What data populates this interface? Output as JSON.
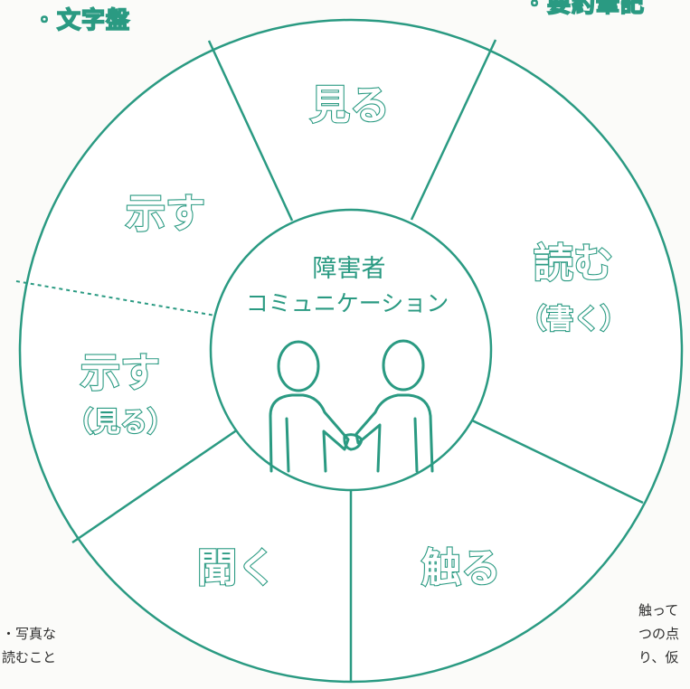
{
  "headings": {
    "left": "・文字盤",
    "right": "・要約筆記"
  },
  "bg_text": {
    "bottom_left_1": "・写真な",
    "bottom_left_2": "読むこと",
    "bottom_right_1": "触って",
    "bottom_right_2": "つの点",
    "bottom_right_3": "り、仮"
  },
  "wheel": {
    "center_line1": "障害者",
    "center_line2": "コミュニケーション",
    "segments": {
      "top": "見る",
      "upper_left": "示す",
      "left_main": "示す",
      "left_sub": "（見る）",
      "right_main": "読む",
      "right_sub": "（書く）",
      "bottom_left": "聞く",
      "bottom_right": "触る"
    }
  },
  "colors": {
    "accent": "#2a9a82",
    "fill": "#ffffff",
    "background": "#fbfbf9"
  }
}
